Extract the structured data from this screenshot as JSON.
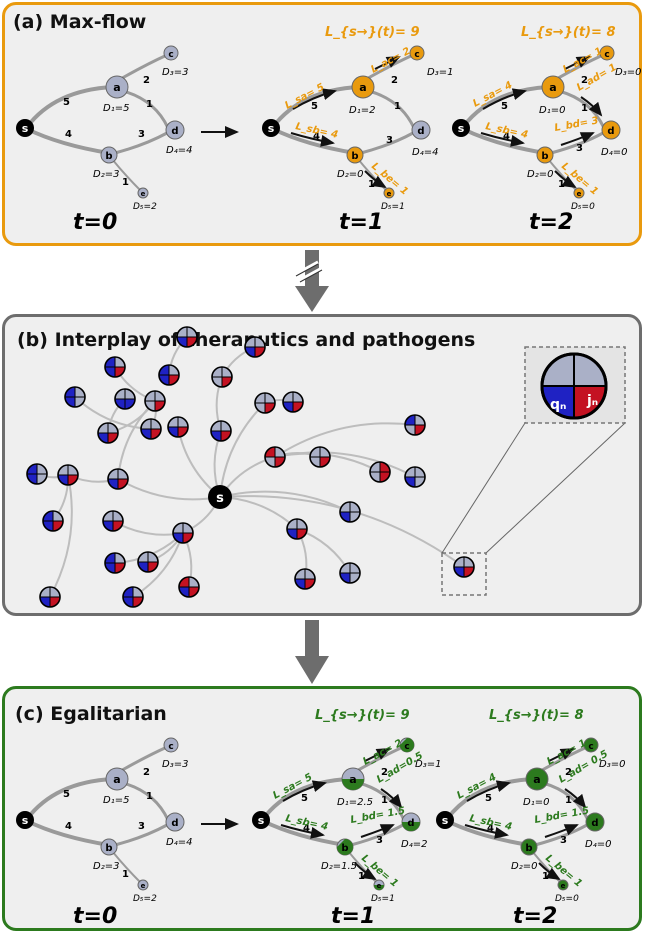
{
  "panels": {
    "a": {
      "title": "(a) Max-flow",
      "accent": "#e99a0e"
    },
    "b": {
      "title": "(b) Interplay of theraputics and pathogens"
    },
    "c": {
      "title": "(c) Egalitarian",
      "accent": "#2c7a1e"
    }
  },
  "graph": {
    "edge_weights": {
      "sa": "5",
      "sb": "4",
      "ac": "2",
      "ad": "1",
      "bd": "3",
      "be": "1"
    },
    "node_labels": {
      "s": "s",
      "a": "a",
      "b": "b",
      "c": "c",
      "d": "d",
      "e": "e"
    }
  },
  "maxflow": {
    "t0": {
      "time_label": "t=0",
      "demands": {
        "a": "D₁=5",
        "b": "D₂=3",
        "c": "D₃=3",
        "d": "D₄=4",
        "e": "D₅=2"
      }
    },
    "t1": {
      "time_label": "t=1",
      "header": "L_{s→}(t)= 9",
      "demands": {
        "a": "D₁=2",
        "b": "D₂=0",
        "c": "D₃=1",
        "d": "D₄=4",
        "e": "D₅=1"
      },
      "flows": {
        "sa": "L_sa= 5",
        "sb": "L_sb= 4",
        "ac": "L_ac= 2",
        "be": "L_be= 1"
      }
    },
    "t2": {
      "time_label": "t=2",
      "header": "L_{s→}(t)= 8",
      "demands": {
        "a": "D₁=0",
        "b": "D₂=0",
        "c": "D₃=0",
        "d": "D₄=0",
        "e": "D₅=0"
      },
      "flows": {
        "sa": "L_sa= 4",
        "sb": "L_sb= 4",
        "ac": "L_ac= 1",
        "ad": "L_ad= 1",
        "bd": "L_bd= 3",
        "be": "L_be= 1"
      }
    }
  },
  "interplay": {
    "center_label": "s",
    "inset": {
      "q_label": "qₙ",
      "j_label": "jₙ"
    },
    "colors": {
      "blue": "#1f22c3",
      "red": "#c41222",
      "gray": "#aab0c7"
    }
  },
  "egalitarian": {
    "t0": {
      "time_label": "t=0",
      "demands": {
        "a": "D₁=5",
        "b": "D₂=3",
        "c": "D₃=3",
        "d": "D₄=4",
        "e": "D₅=2"
      }
    },
    "t1": {
      "time_label": "t=1",
      "header": "L_{s→}(t)= 9",
      "demands": {
        "a": "D₁=2.5",
        "b": "D₂=1.5",
        "c": "D₃=1",
        "d": "D₄=2",
        "e": "D₅=1"
      },
      "flows": {
        "sa": "L_sa= 5",
        "sb": "L_sb= 4",
        "ac": "L_ac= 2",
        "ad": "L_ad=0.5",
        "bd": "L_bd= 1.5",
        "be": "L_be= 1"
      }
    },
    "t2": {
      "time_label": "t=2",
      "header": "L_{s→}(t)= 8",
      "demands": {
        "a": "D₁=0",
        "b": "D₂=0",
        "c": "D₃=0",
        "d": "D₄=0",
        "e": "D₅=0"
      },
      "flows": {
        "sa": "L_sa= 4",
        "sb": "L_sb= 4",
        "ac": "L_ac= 1",
        "ad": "L_ad= 0.5",
        "bd": "L_bd= 1.5",
        "be": "L_be= 1"
      }
    }
  }
}
